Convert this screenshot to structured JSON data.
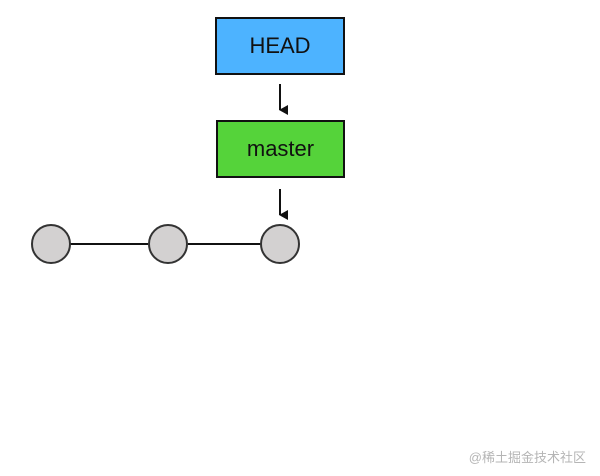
{
  "head": {
    "label": "HEAD",
    "color": "#4db3ff"
  },
  "master": {
    "label": "master",
    "color": "#55d33a"
  },
  "commits": {
    "count": 3,
    "fill": "#d3d1d1",
    "stroke": "#333333"
  },
  "line_color": "#111111",
  "watermark": "@稀土掘金技术社区"
}
